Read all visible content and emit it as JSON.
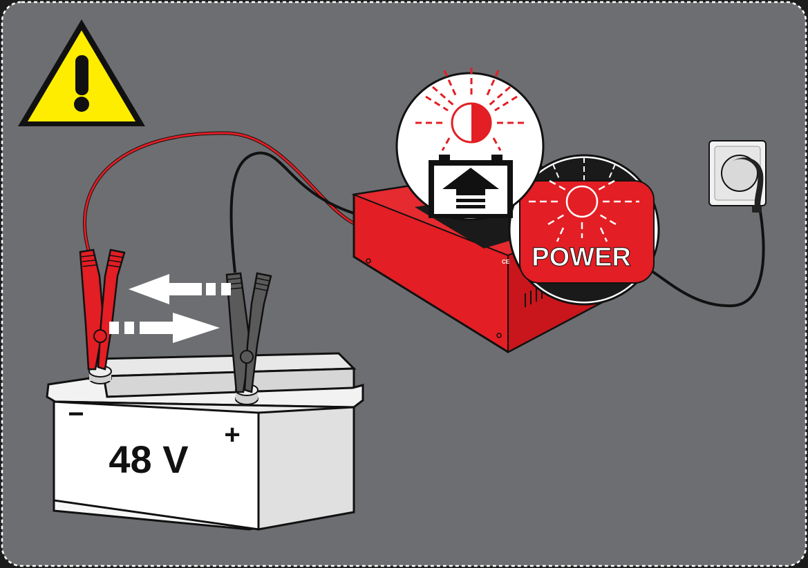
{
  "battery": {
    "voltage": "48 V",
    "minus": "−",
    "plus": "+"
  },
  "charger": {
    "power_label": "POWER",
    "ce_mark": "CE"
  },
  "icons": {
    "warning": "warning-triangle-icon",
    "charging": "battery-charging-icon",
    "power": "power-indicator-icon",
    "socket": "wall-socket-icon"
  },
  "colors": {
    "background": "#6d6e71",
    "frame_line": "#ffffff",
    "accent_red": "#e31e24",
    "cable_black": "#111111",
    "warning_yellow": "#ffed00",
    "clamp_grey": "#5a5a5a"
  }
}
